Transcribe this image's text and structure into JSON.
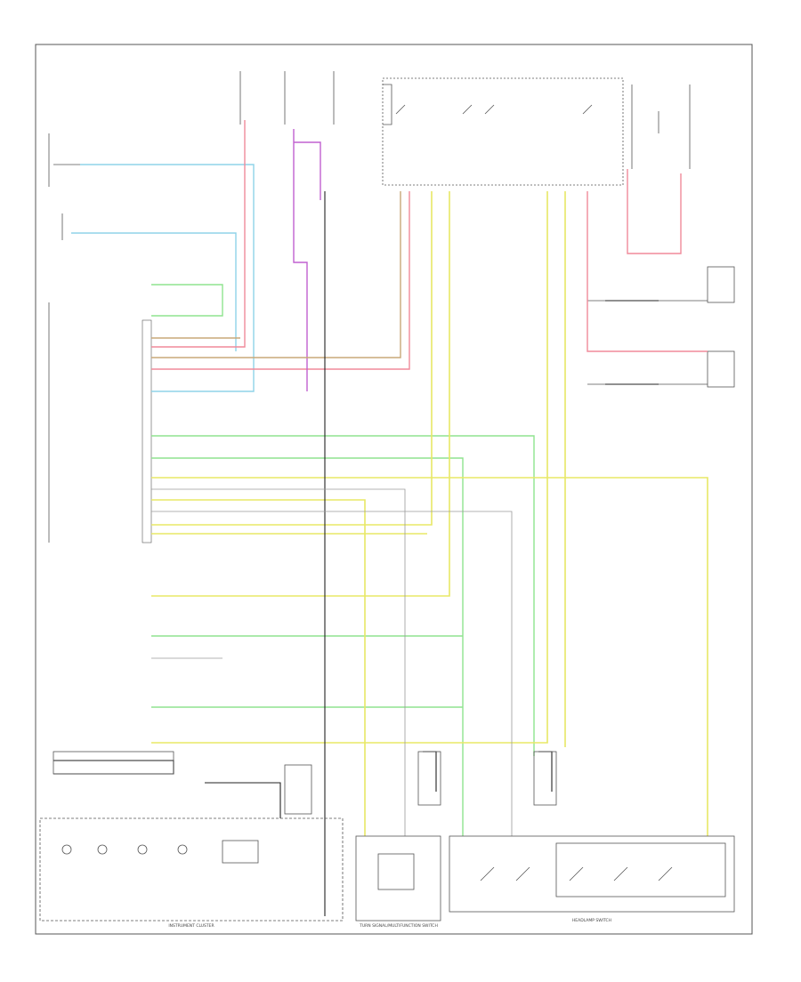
{
  "diagram": {
    "title": "",
    "footer_left": "",
    "bottom_labels": {
      "instrument_cluster": "INSTRUMENT CLUSTER",
      "turn_signal_multifunction_switch": "TURN SIGNAL/MULTIFUNCTION SWITCH",
      "headlamp_switch": "HEADLAMP SWITCH"
    },
    "wire_colors": {
      "light_blue": "#8fd3e8",
      "pink": "#f08a9a",
      "violet": "#c060d0",
      "yellow": "#e8e866",
      "green": "#8fe38f",
      "tan": "#c8a878",
      "gray": "#9a9a9a",
      "black": "#222222"
    }
  }
}
